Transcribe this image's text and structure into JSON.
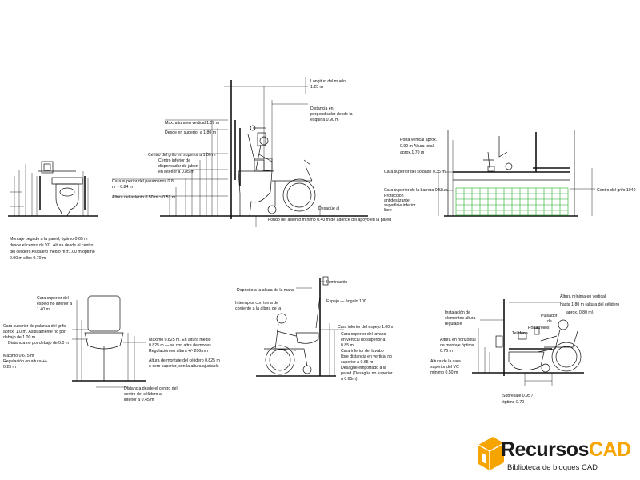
{
  "d1": {
    "l1": "Montaje pegado a la pared, óptimo 0.65 m",
    "l2": "desde el centro de VC. Altura desde el centro",
    "l3": "del célidero Asiduero medio  m ±1.00 m óptimo",
    "l4": "0.90 m    silbe 0.70 m"
  },
  "d2": {
    "longitud": "Longitud del muelo",
    "longitud_v": "1.25 m",
    "distancia1": "Distancia en",
    "distancia2": "perpendicular desde la",
    "distancia3": "esquina 0.90 m",
    "max1": "Max. altura en vertical 1.57 m",
    "desde": "Desde en superior a 1.80 m",
    "centro_grifo": "Centro del grifo en superior a 1.80 m",
    "centro_inf1": "Centro inferior de",
    "centro_inf2": "dispensador de jabon",
    "centro_inf3": "en interior a 0.85 m",
    "cara1": "Cara superior del pasamanos 0.8",
    "cara2": "m ~ 0.84 m",
    "altura_asiento": "Altura del asiento 0.50 m ~ 0.53 m",
    "desague": "Desagüe al",
    "fondo": "Fondo del asiento mínimo 0.40 m de adonce del apoyo en la pared"
  },
  "d3": {
    "porta1": "Porta vertical aprox.",
    "porta2": "0.90 m Altura total",
    "porta3": "aprox.1.70 m",
    "cara_soldado": "Cara superior del soldado 0.35 m",
    "cara_barrera": "Cara superior de la barrera 0.50 m",
    "prot1": "Protección",
    "prot2": "antideslizante",
    "prot3": "superficie inferior",
    "prot4": "libre",
    "centro_grifo": "Centro del grifo 1040"
  },
  "d4": {
    "espejo1": "Cara superior del",
    "espejo2": "espejo no inferior a",
    "espejo3": "1.40 m",
    "pal1": "Cara superior de palanca del grifo",
    "pal2": "aprox. 1.0 m. Asiduamente no por",
    "pal3": "debajo de 1.00 m",
    "pal4": "Distancia no por debajo de 0.0 m",
    "maximo1": "Máximo 0.675 m",
    "maximo2": "Regulación en altura +/-",
    "maximo3": "0.25 m",
    "r1": "Máximo 0.825 m. En altura medio",
    "r2": "0.825 m — se con altre de modes",
    "r3": "Regulación en altura +/- 200mm",
    "r4": "Altura de montaje del célidero 0.825 m",
    "r5": "o cero superior, con la altura ajustable",
    "b1": "Distancia desde el centro del",
    "b2": "centro del célidero al",
    "b3": "interior a 0.45 m"
  },
  "d5": {
    "deposito": "Depósito a la altura de la mano",
    "iluminacion": "Iluminación",
    "inter1": "Interruptor con toma de",
    "inter2": "corriente a la altura de la",
    "espejo": "Espejo — ángulo 100",
    "cara_inf": "Cara inferior del espejo 1.00 m",
    "lav1": "Cara superior del lavabo",
    "lav2": "en vertical no superior a",
    "lav3": "0.85 m",
    "lav4": "Cara inferior del lavabo",
    "lav5": "libre distancia en vertical no",
    "lav6": "superior a 0.65 m",
    "des1": "Desagüe empotrado a la",
    "des2": "pared (Desagüe no superior",
    "des3": "a 0.65m)"
  },
  "d6": {
    "altura1": "Altura mínima en vertical",
    "altura2": "hasta 1.80 m (altura del célidero",
    "altura3": "aprox. 0.80 m)",
    "inst1": "Instalación de",
    "inst2": "elementos altura",
    "inst3": "regulable",
    "puls1": "Pulsador",
    "puls2": "de",
    "portarrollos": "Portarrollos",
    "telefono": "Teléfono",
    "alt1": "Altura en horizontal",
    "alt2": "de montaje óptima",
    "alt3": "0.76 m",
    "alt4": "Altura de la cara",
    "alt5": "superior del VC",
    "alt6": "mínimo 0.50 m",
    "sob1": "Sobresale 0.95 /",
    "sob2": "óptimo 0.70"
  },
  "logo": {
    "name_a": "Recursos",
    "name_b": "CAD",
    "subtitle": "Biblioteca de bloques CAD"
  }
}
